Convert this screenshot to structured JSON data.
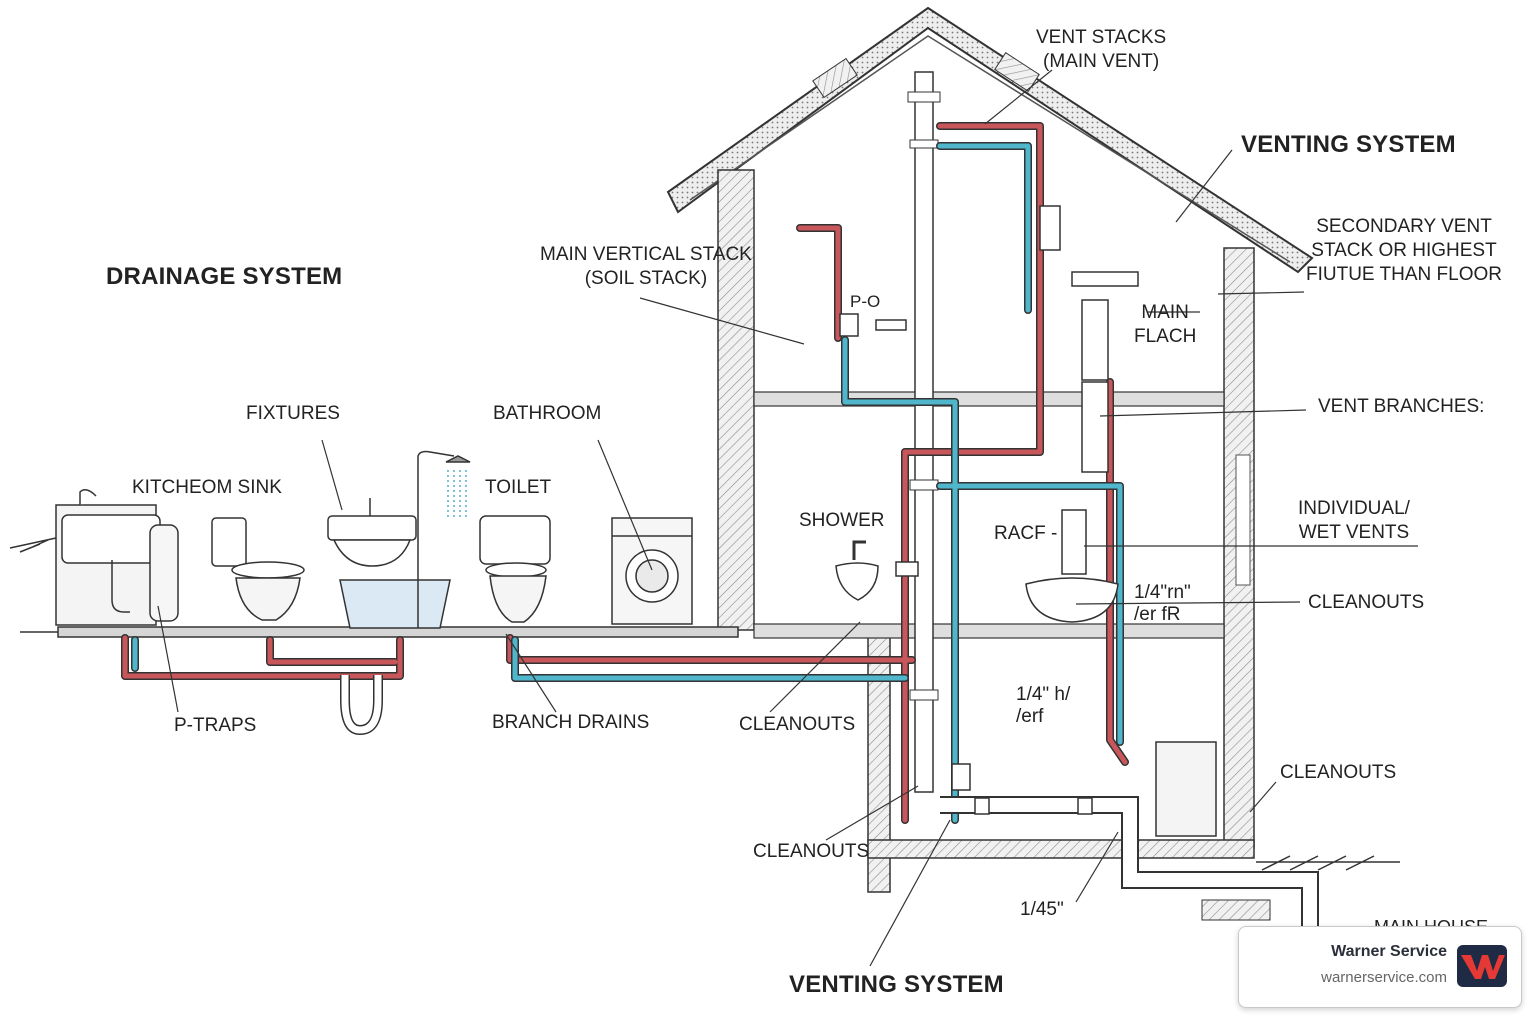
{
  "labels": {
    "drainage_system": "DRAINAGE SYSTEM",
    "venting_system_top": "VENTING SYSTEM",
    "venting_system_bottom": "VENTING SYSTEM",
    "vent_stacks": "VENT STACKS\n(MAIN VENT)",
    "main_vertical_stack": "MAIN VERTICAL STACK\n(SOIL STACK)",
    "secondary_vent": "SECONDARY VENT\nSTACK OR HIGHEST\nFIUTUE THAN FLOOR",
    "main_flach": "MAIN\nFLACH",
    "vent_branches": "VENT BRANCHES:",
    "individual_wet_vents": "INDIVIDUAL/\nWET VENTS",
    "cleanouts_right": "CLEANOUTS",
    "cleanouts_right_low": "CLEANOUTS",
    "cleanouts_mid": "CLEANOUTS",
    "cleanouts_bottom": "CLEANOUTS",
    "fixtures": "FIXTURES",
    "bathroom": "BATHROOM",
    "kitchen_sink": "KITCHEOM SINK",
    "toilet": "TOILET",
    "shower": "SHOWER",
    "p_traps": "P-TRAPS",
    "branch_drains": "BRANCH DRAINS",
    "pq": "P-O",
    "racf": "RACF -",
    "slope_a": "1/4\"rn\"\n/er fR",
    "slope_b": "1/4\" h/\n/erf",
    "slope_c": "1/45\"",
    "main_house_partial": "MAIN HOUSE"
  },
  "badge": {
    "name": "Warner Service",
    "url": "warnerservice.com",
    "logo_letters": "W"
  },
  "colors": {
    "drain_red": "#c8575c",
    "vent_blue": "#4fb6cc",
    "line": "#333333",
    "hatch": "#8a8a8a",
    "logo_red": "#e53935",
    "logo_navy": "#1f2a44"
  }
}
